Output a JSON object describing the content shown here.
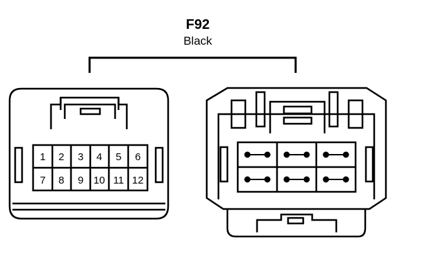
{
  "connector": {
    "id": "F92",
    "color_label": "Black"
  },
  "terminals": {
    "top_row": [
      "1",
      "2",
      "3",
      "4",
      "5",
      "6"
    ],
    "bottom_row": [
      "7",
      "8",
      "9",
      "10",
      "11",
      "12"
    ]
  },
  "colors": {
    "stroke": "#000000",
    "background": "#ffffff"
  }
}
